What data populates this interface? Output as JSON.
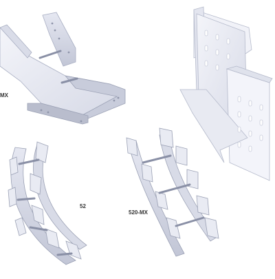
{
  "labels": {
    "tee_fitting": "MX",
    "vertical_bend": "52",
    "horizontal_bend": "520-MX"
  },
  "colors": {
    "background": "#ffffff",
    "tray_light": "#eef0f8",
    "tray_mid": "#d4d8e6",
    "tray_dark": "#b3b8cc",
    "edge": "#9aa0b4",
    "label_text": "#333333"
  }
}
